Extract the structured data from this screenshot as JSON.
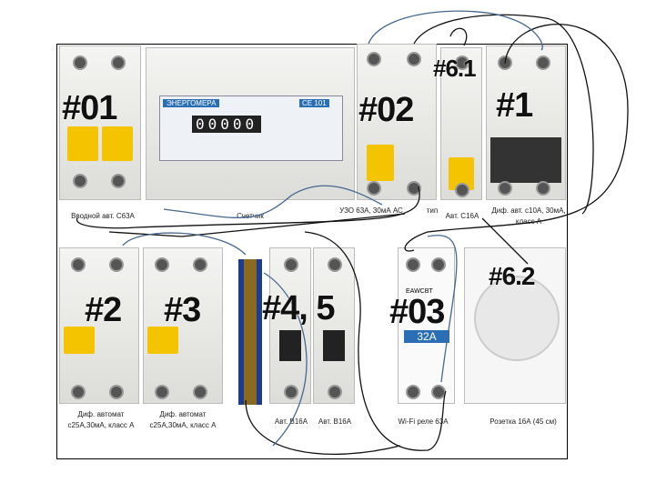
{
  "devices_top": [
    {
      "tag": "#01",
      "label": "Вводной авт. C63A"
    },
    {
      "label": "Счетчик",
      "meter_brand": "ЭНЕРГОМЕРА",
      "meter_model": "CE 101",
      "meter_reading": "00000"
    },
    {
      "tag": "#02",
      "label": "УЗО 63А, 30мА АС"
    },
    {
      "tag": "#6.1",
      "label": "тип",
      "label2": "Авт. C16A"
    },
    {
      "tag": "#1",
      "label": "Диф. авт. c10A, 30мА, класс А"
    }
  ],
  "devices_bottom": [
    {
      "tag": "#2",
      "label": "Диф. автомат c25A,30мА, класс А"
    },
    {
      "tag": "#3",
      "label": "Диф. автомат c25A,30мА, класс А"
    },
    {
      "tag": "#4, 5",
      "label": "Авт. B16A",
      "label2": "Авт. B16A"
    },
    {
      "tag": "#03",
      "label": "Wi-Fi реле 63A",
      "relay_rating": "32A",
      "relay_brand": "EAWCBT"
    },
    {
      "tag": "#6.2",
      "label": "Розетка 16А (45 см)"
    }
  ]
}
